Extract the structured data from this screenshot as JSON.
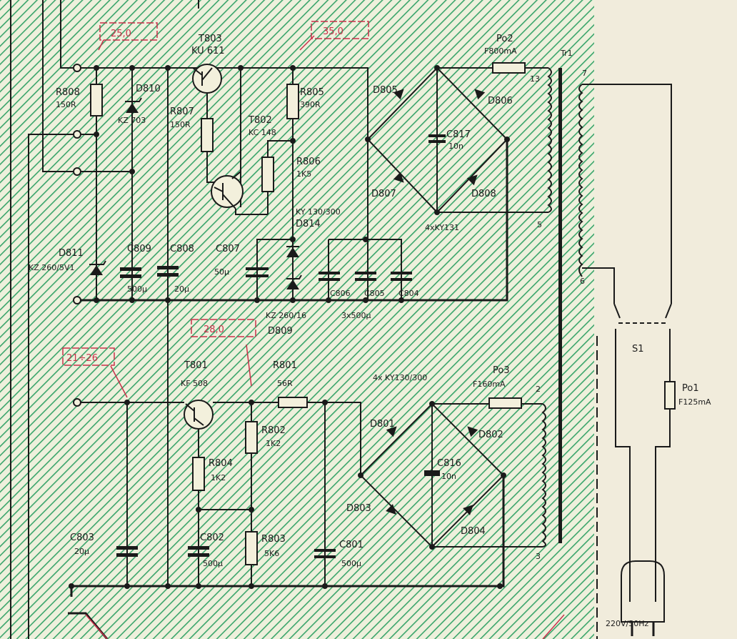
{
  "colors": {
    "hatch": "#3aa56b",
    "paper": "#f1ecdc",
    "annotation": "#c8304a",
    "ink": "#1a1a1a"
  },
  "voltages": {
    "v1": "25,0",
    "v2": "35,0",
    "v3": "28,0",
    "v4": "21÷26"
  },
  "upper": {
    "t803": {
      "ref": "T803",
      "type": "KU 611"
    },
    "r808": {
      "ref": "R808",
      "value": "150R"
    },
    "d810": {
      "ref": "D810",
      "type": "KZ 703"
    },
    "r807": {
      "ref": "R807",
      "value": "150R"
    },
    "t802": {
      "ref": "T802",
      "type": "KC 148"
    },
    "r805": {
      "ref": "R805",
      "value": "390R"
    },
    "r806": {
      "ref": "R806",
      "value": "1K5"
    },
    "d814": {
      "ref": "D814",
      "type": "KY 130/300"
    },
    "d811": {
      "ref": "D811",
      "type": "KZ 260/5V1"
    },
    "c809": {
      "ref": "C809",
      "value": "500µ"
    },
    "c808": {
      "ref": "C808",
      "value": "20µ"
    },
    "c807": {
      "ref": "C807",
      "value": "50µ"
    },
    "d809": {
      "ref": "D809",
      "type": "KZ 260/16"
    },
    "c806": {
      "ref": "C806"
    },
    "c805": {
      "ref": "C805"
    },
    "c804": {
      "ref": "C804"
    },
    "c_group_value": "3x500µ",
    "bridge": {
      "d805": "D805",
      "d806": "D806",
      "d807": "D807",
      "d808": "D808",
      "type": "4xKY131"
    },
    "c817": {
      "ref": "C817",
      "value": "10n"
    },
    "po2": {
      "ref": "Po2",
      "value": "F800mA"
    },
    "pins": {
      "p13": "13",
      "p5": "5"
    }
  },
  "transformer": {
    "ref": "Tr1",
    "pin7": "7",
    "pin6": "6"
  },
  "lower": {
    "t801": {
      "ref": "T801",
      "type": "KF 508"
    },
    "r801": {
      "ref": "R801",
      "value": "56R"
    },
    "bridge_type": "4x KY130/300",
    "po3": {
      "ref": "Po3",
      "value": "F160mA"
    },
    "bridge": {
      "d801": "D801",
      "d802": "D802",
      "d803": "D803",
      "d804": "D804"
    },
    "c816": {
      "ref": "C816",
      "value": "10n"
    },
    "r802": {
      "ref": "R802",
      "value": "1K2"
    },
    "r804": {
      "ref": "R804",
      "value": "1K2"
    },
    "r803": {
      "ref": "R803",
      "value": "5K6"
    },
    "c803": {
      "ref": "C803",
      "value": "20µ"
    },
    "c802": {
      "ref": "C802",
      "value": "500µ"
    },
    "c801": {
      "ref": "C801",
      "value": "500µ"
    },
    "pins": {
      "p2": "2",
      "p3": "3"
    }
  },
  "mains": {
    "switch": "S1",
    "po1": {
      "ref": "Po1",
      "value": "F125mA"
    },
    "supply": "220V/50Hz"
  }
}
